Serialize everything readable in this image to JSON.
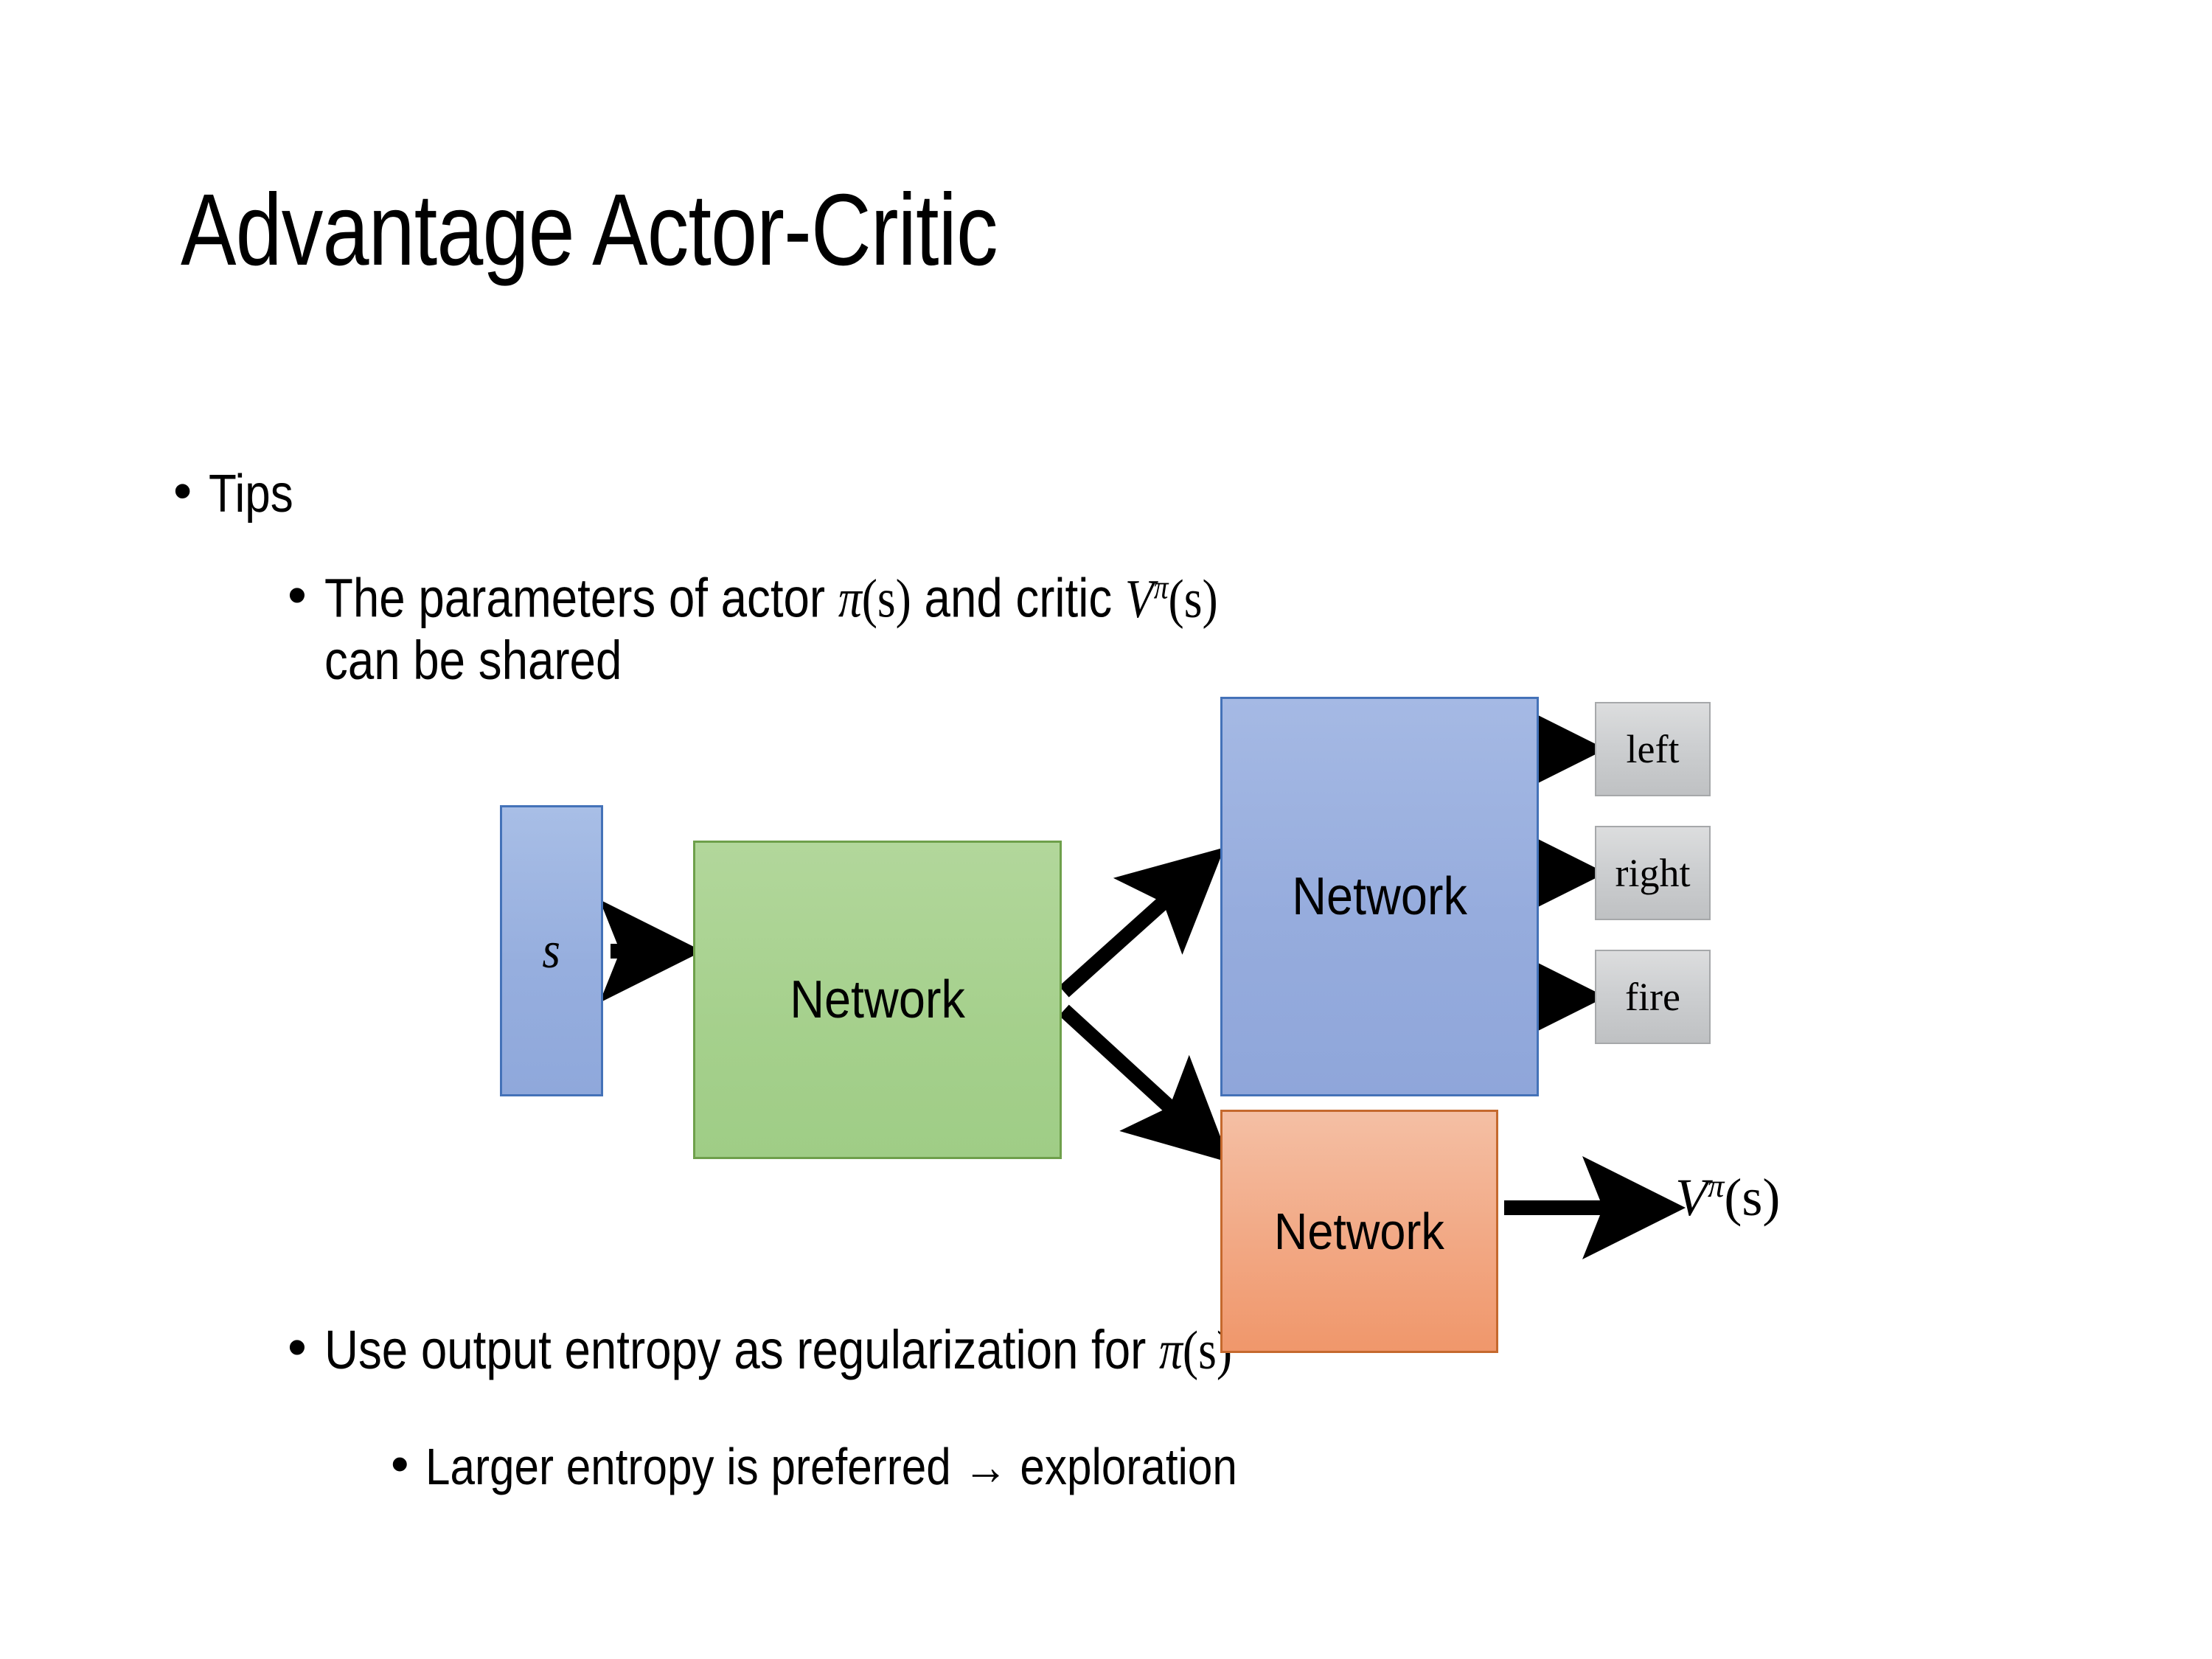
{
  "slide": {
    "title": "Advantage Actor-Critic",
    "background_color": "#FFFFFF"
  },
  "bullets": {
    "tips": {
      "marker": "•",
      "text": "Tips",
      "level": 1
    },
    "parameters": {
      "marker": "•",
      "level": 2,
      "text_part1": "The parameters of actor ",
      "math1_base": "π",
      "math1_args": "(s)",
      "text_part2": "  and critic ",
      "math2_base": "V",
      "math2_sup": "π",
      "math2_args": "(s)",
      "text_part3": "can be shared",
      "full_text": "The parameters of actor π(s)  and critic Vπ(s) can be shared"
    },
    "entropy": {
      "marker": "•",
      "level": 2,
      "text_part1": "Use output entropy as regularization for ",
      "math_base": "π",
      "math_args": "(s)",
      "full_text": "Use output entropy as regularization for π(s)"
    },
    "larger": {
      "marker": "•",
      "level": 3,
      "text": "Larger entropy is preferred → exploration"
    }
  },
  "diagram": {
    "state_box": {
      "label": "s",
      "fill_color": "#96AEDE",
      "border_color": "#4472B8",
      "style": "italic-serif"
    },
    "shared_network": {
      "label": "Network",
      "fill_color": "#A5D08C",
      "border_color": "#6EA04B"
    },
    "actor_network": {
      "label": "Network",
      "fill_color": "#96ACDD",
      "border_color": "#4472B8"
    },
    "critic_network": {
      "label": "Network",
      "fill_color": "#F2A884",
      "border_color": "#C5692E"
    },
    "action_outputs": [
      {
        "label": "left",
        "fill_color": "#CDCFD1",
        "border_color": "#A6A8AA"
      },
      {
        "label": "right",
        "fill_color": "#CDCFD1",
        "border_color": "#A6A8AA"
      },
      {
        "label": "fire",
        "fill_color": "#CDCFD1",
        "border_color": "#A6A8AA"
      }
    ],
    "value_output": {
      "base": "V",
      "superscript": "π",
      "args": "(s)",
      "full_text": "Vπ(s)"
    },
    "arrows": {
      "color": "#000000",
      "state_to_shared": "arrow-right",
      "shared_to_actor": "arrow-up-right",
      "shared_to_critic": "arrow-down-right",
      "actor_to_left": "arrow-right",
      "actor_to_right": "arrow-right",
      "actor_to_fire": "arrow-right",
      "critic_to_value": "arrow-right"
    }
  }
}
